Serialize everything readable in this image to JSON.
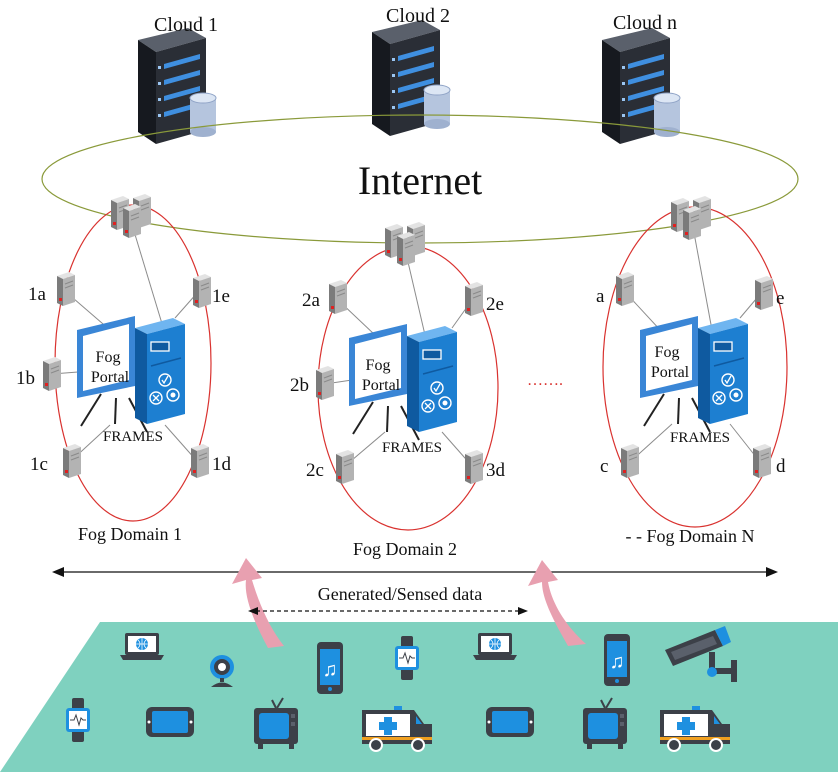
{
  "clouds": [
    {
      "label": "Cloud 1"
    },
    {
      "label": "Cloud 2"
    },
    {
      "label": "Cloud n"
    }
  ],
  "internet": {
    "label": "Internet"
  },
  "domains": [
    {
      "title": "Fog Domain 1",
      "portal_line1": "Fog",
      "portal_line2": "Portal",
      "frames_label": "FRAMES",
      "nodes": {
        "a": "1a",
        "b": "1b",
        "c": "1c",
        "d": "1d",
        "e": "1e"
      }
    },
    {
      "title": "Fog Domain 2",
      "portal_line1": "Fog",
      "portal_line2": "Portal",
      "frames_label": "FRAMES",
      "nodes": {
        "a": "2a",
        "b": "2b",
        "c": "2c",
        "d": "3d",
        "e": "2e"
      }
    },
    {
      "title": "- - Fog Domain N",
      "portal_line1": "Fog",
      "portal_line2": "Portal",
      "frames_label": "FRAMES",
      "nodes": {
        "a": "a",
        "c": "c",
        "d": "d",
        "e": "e"
      }
    }
  ],
  "ellipsis": "…….",
  "data_flow": {
    "label": "Generated/Sensed data"
  },
  "devices": [
    "laptop-icon",
    "webcam-icon",
    "smartphone-icon",
    "smartwatch-icon",
    "laptop-icon",
    "smartphone-icon",
    "cctv-camera-icon",
    "smartwatch-icon",
    "tablet-icon",
    "tv-icon",
    "ambulance-icon",
    "tablet-icon",
    "tv-icon",
    "ambulance-icon"
  ],
  "colors": {
    "domain_ring": "#d9322f",
    "internet_ring": "#8a9a3a",
    "ground": "#7fd1bf",
    "device_blue": "#1e90e0",
    "upload_arrow": "#e8a0b0",
    "server_dark": "#2a2e36",
    "fog_server_blue": "#1d7fd1"
  }
}
